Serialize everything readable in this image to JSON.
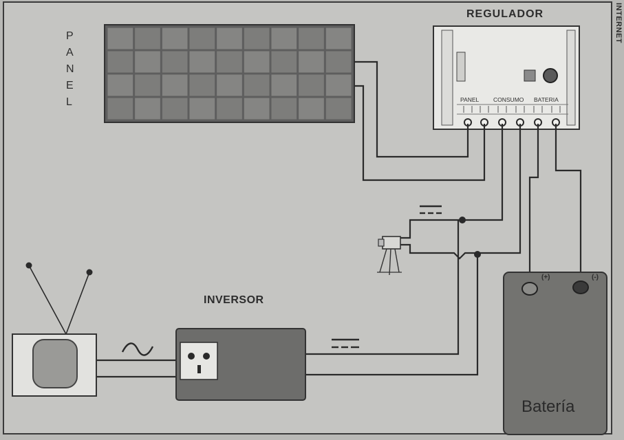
{
  "labels": {
    "panel_letters": [
      "P",
      "A",
      "N",
      "E",
      "L"
    ],
    "regulador": "REGULADOR",
    "inversor": "INVERSOR",
    "bateria": "Batería",
    "terminal_panel": "PANEL",
    "terminal_consumo": "CONSUMO",
    "terminal_bateria": "BATERIA",
    "battery_plus": "(+)",
    "battery_minus": "(-)",
    "side_tag": "INTERNET",
    "ac_symbol": "~"
  },
  "colors": {
    "frame_bg": "#c5c5c2",
    "panel_cell": "#7b7b7b",
    "device_gray": "#6e6e6e",
    "regulator_bg": "#e6e6e3",
    "line": "#2a2a2a"
  }
}
